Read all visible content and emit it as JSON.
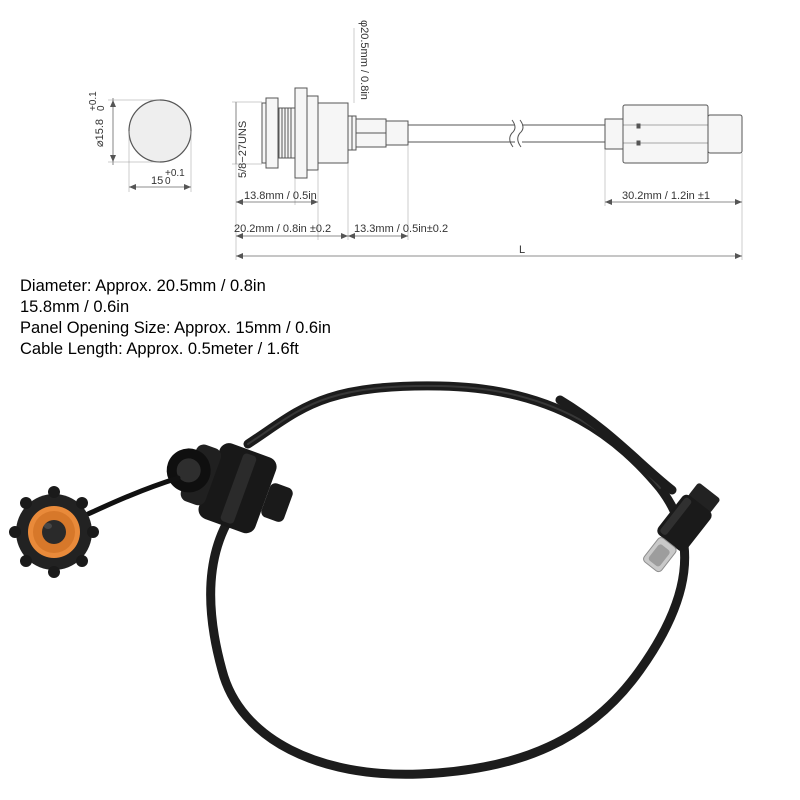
{
  "drawing": {
    "cap_height_label": "⌀15.8",
    "cap_height_tol_top": "+0.1",
    "cap_height_tol_bottom": "0",
    "cap_width_label": "15",
    "cap_width_tol_top": "+0.1",
    "cap_width_tol_bottom": "0",
    "thread_label": "5/8−27UNS",
    "diameter_label": "φ20.5mm / 0.8in",
    "dim_13_8": "13.8mm / 0.5in",
    "dim_20_2": "20.2mm / 0.8in ±0.2",
    "dim_13_3": "13.3mm / 0.5in±0.2",
    "dim_30_2": "30.2mm / 1.2in ±1",
    "length_label": "L"
  },
  "specs": [
    "Diameter: Approx. 20.5mm / 0.8in",
    "15.8mm / 0.6in",
    "Panel Opening Size: Approx. 15mm / 0.6in",
    "Cable Length: Approx. 0.5meter / 1.6ft"
  ],
  "colors": {
    "line": "#555555",
    "cable": "#1c1c1c",
    "cap_orange": "#e98a3a",
    "cap_black": "#222222"
  }
}
